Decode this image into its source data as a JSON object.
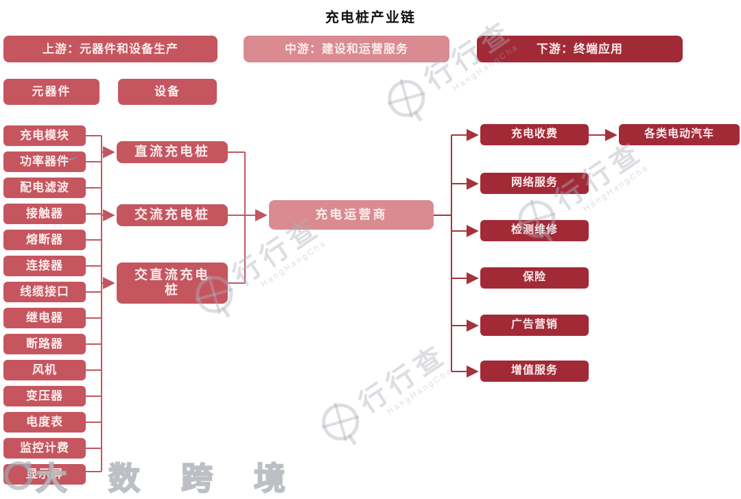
{
  "title": "充电桩产业链",
  "sections": {
    "upstream": {
      "header": "上游：元器件和设备生产",
      "subheaders": {
        "components": "元器件",
        "equipment": "设备"
      },
      "components": [
        "充电模块",
        "功率器件",
        "配电滤波",
        "接触器",
        "熔断器",
        "连接器",
        "线缆接口",
        "继电器",
        "断路器",
        "风机",
        "变压器",
        "电度表",
        "监控计费",
        "显示屏"
      ]
    },
    "midstream": {
      "header": "中游：建设和运营服务",
      "pile_types": [
        "直流充电桩",
        "交流充电桩",
        "交直流充电桩"
      ],
      "operator": "充电运营商"
    },
    "downstream": {
      "header": "下游：终端应用",
      "services": [
        "充电收费",
        "网络服务",
        "检测维修",
        "保险",
        "广告营销",
        "增值服务"
      ],
      "end_application": "各类电动汽车"
    }
  },
  "colors": {
    "medium_red": "#c5565f",
    "light_pink": "#d98b91",
    "dark_red": "#a22a37",
    "line_medium": "#c25560",
    "line_dark": "#a5323d",
    "box_text": "#fbecec",
    "title_text": "#111111"
  },
  "watermarks": {
    "brand": "行行查",
    "brand_romanized": "HangHangCha",
    "corner_brand": "大数跨境"
  }
}
